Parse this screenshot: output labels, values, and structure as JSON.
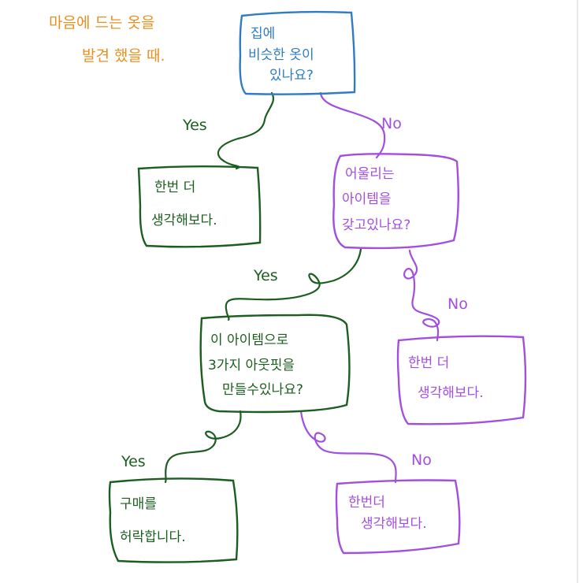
{
  "title": {
    "line1": "마음에 드는 옷을",
    "line2": "발견 했을 때.",
    "color": "#e8901f"
  },
  "colors": {
    "blue": "#2f7cc4",
    "purple": "#a24fe0",
    "green": "#1c5e20"
  },
  "nodes": {
    "q1": {
      "lines": [
        "집에",
        "비슷한 옷이",
        "있나요?"
      ]
    },
    "think1": {
      "lines": [
        "한번 더",
        "생각해보다."
      ]
    },
    "q2": {
      "lines": [
        "어울리는",
        "아이템을",
        "갖고있나요?"
      ]
    },
    "q3": {
      "lines": [
        "이 아이템으로",
        "3가지 아웃핏을",
        "만들수있나요?"
      ]
    },
    "think2": {
      "lines": [
        "한번 더",
        "생각해보다."
      ]
    },
    "buy": {
      "lines": [
        "구매를",
        "허락합니다."
      ]
    },
    "think3": {
      "lines": [
        "한번더",
        "생각해보다."
      ]
    }
  },
  "edges": {
    "q1_yes": "Yes",
    "q1_no": "No",
    "q2_yes": "Yes",
    "q2_no": "No",
    "q3_yes": "Yes",
    "q3_no": "No"
  }
}
